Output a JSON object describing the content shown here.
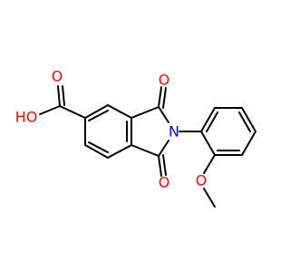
{
  "structure": {
    "atoms": {
      "ho": {
        "text": "HO",
        "color": "#ff0000"
      },
      "o_acid_carbonyl": {
        "text": "O",
        "color": "#ff0000"
      },
      "o_upper_imide": {
        "text": "O",
        "color": "#ff0000"
      },
      "o_lower_imide": {
        "text": "O",
        "color": "#ff0000"
      },
      "n_imide": {
        "text": "N",
        "color": "#0000ff"
      },
      "o_methoxy": {
        "text": "O",
        "color": "#ff0000"
      }
    }
  }
}
